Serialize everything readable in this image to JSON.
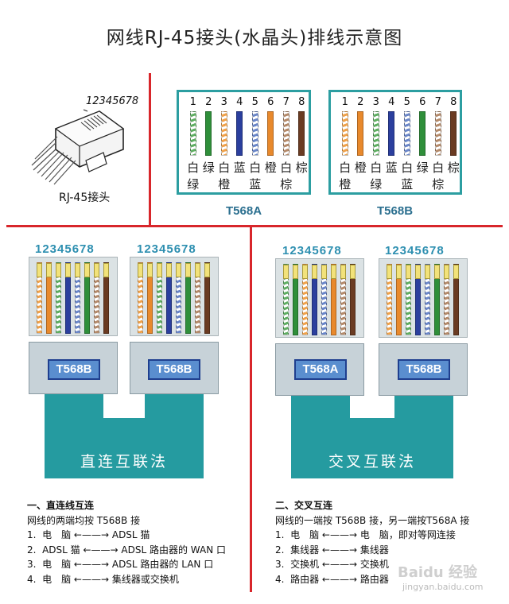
{
  "title": "网线RJ-45接头(水晶头)排线示意图",
  "connector": {
    "pin_numbers": "12345678",
    "label": "RJ-45接头"
  },
  "t568a": {
    "label": "T568A",
    "pins": [
      "1",
      "2",
      "3",
      "4",
      "5",
      "6",
      "7",
      "8"
    ],
    "row1": [
      "白",
      "绿",
      "白",
      "蓝",
      "白",
      "橙",
      "白",
      "棕"
    ],
    "row2": [
      "绿",
      "",
      "橙",
      "",
      "蓝",
      "",
      "棕",
      ""
    ],
    "wire_colors": [
      "#5fae62",
      "#2f8f3a",
      "#f0a24a",
      "#2b3f9e",
      "#6a86c8",
      "#e8892c",
      "#b48a6a",
      "#6a3b22"
    ]
  },
  "t568b": {
    "label": "T568B",
    "pins": [
      "1",
      "2",
      "3",
      "4",
      "5",
      "6",
      "7",
      "8"
    ],
    "row1": [
      "白",
      "橙",
      "白",
      "蓝",
      "白",
      "绿",
      "白",
      "棕"
    ],
    "row2": [
      "橙",
      "",
      "绿",
      "",
      "蓝",
      "",
      "棕",
      ""
    ],
    "wire_colors": [
      "#f0a24a",
      "#e8892c",
      "#5fae62",
      "#2b3f9e",
      "#6a86c8",
      "#2f8f3a",
      "#b48a6a",
      "#6a3b22"
    ]
  },
  "straight": {
    "pins": "12345678",
    "tag_left": "T568B",
    "tag_right": "T568B",
    "cable_text": "直连互联法",
    "heading": "一、直连线互连",
    "subheading": "网线的两端均按 T568B 接",
    "items": [
      {
        "n": "1.",
        "a": "电　脑",
        "b": "ADSL 猫"
      },
      {
        "n": "2.",
        "a": "ADSL 猫",
        "b": "ADSL 路由器的 WAN 口"
      },
      {
        "n": "3.",
        "a": "电　脑",
        "b": "ADSL 路由器的 LAN 口"
      },
      {
        "n": "4.",
        "a": "电　脑",
        "b": "集线器或交换机"
      }
    ]
  },
  "cross": {
    "pins": "12345678",
    "tag_left": "T568A",
    "tag_right": "T568B",
    "cable_text": "交叉互联法",
    "heading": "二、交叉互连",
    "subheading": "网线的一端按 T568B 接，另一端按T568A 接",
    "items": [
      {
        "n": "1.",
        "a": "电　脑",
        "b": "电　脑，即对等网连接"
      },
      {
        "n": "2.",
        "a": "集线器",
        "b": "集线器"
      },
      {
        "n": "3.",
        "a": "交换机",
        "b": "交换机"
      },
      {
        "n": "4.",
        "a": "路由器",
        "b": "路由器"
      }
    ]
  },
  "watermark": {
    "logo": "Baidu 经验",
    "url": "jingyan.baidu.com"
  },
  "colors": {
    "red_divider": "#d8262b",
    "teal": "#259ba0",
    "tag_blue": "#5a8ecf"
  }
}
